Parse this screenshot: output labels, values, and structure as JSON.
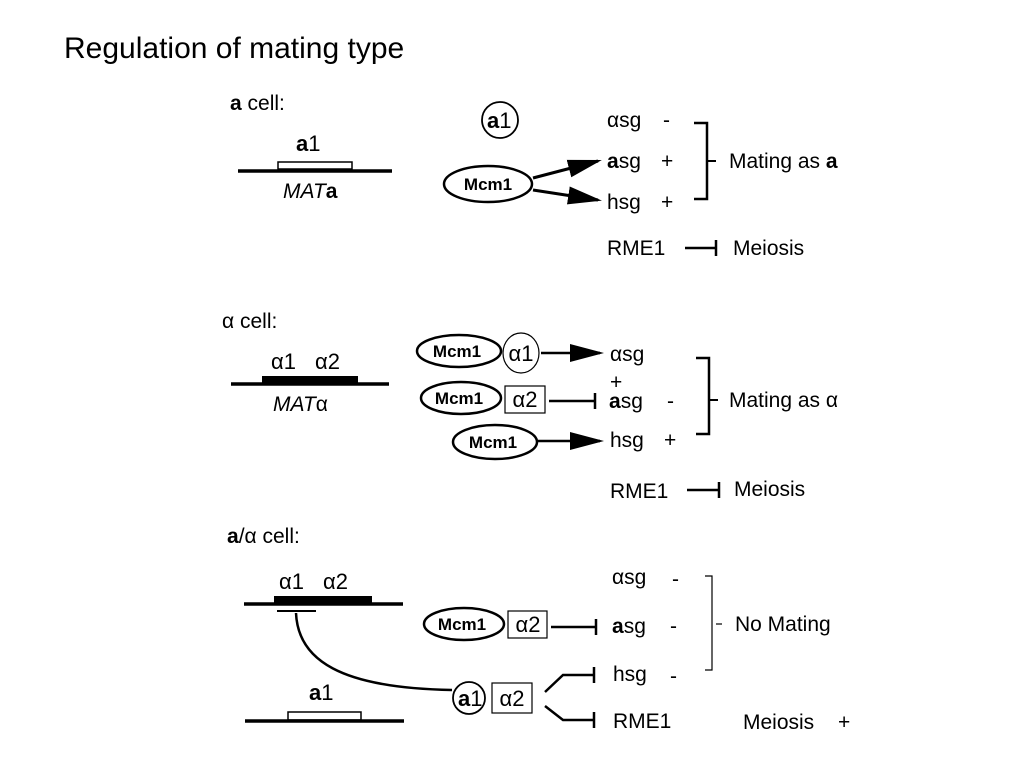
{
  "title": "Regulation of mating type",
  "a_cell": {
    "label_bold": "a",
    "label_rest": " cell:",
    "gene_bold": "a",
    "gene_num": "1",
    "locus_italic": "MAT",
    "locus_bold": "a",
    "floating_protein_bold": "a",
    "floating_protein_num": "1",
    "activator": "Mcm1",
    "genes": [
      {
        "pre": "",
        "sym": "α",
        "name": "sg",
        "sign": "-"
      },
      {
        "pre": "a",
        "sym": "",
        "name": "sg",
        "sign": "+"
      },
      {
        "pre": "",
        "sym": "",
        "name": "hsg",
        "sign": "+"
      }
    ],
    "outcome_text": "Mating as ",
    "outcome_bold": "a",
    "rme": "RME1",
    "meiosis": "Meiosis"
  },
  "alpha_cell": {
    "label_sym": "α",
    "label_rest": " cell:",
    "gene1": "α1",
    "gene2": "α2",
    "locus_italic": "MAT",
    "locus_sym": "α",
    "mcm1": "Mcm1",
    "protein_alpha1": "α1",
    "protein_alpha2": "α2",
    "gene_alpha_sym": "α",
    "gene_alpha_name": "sg",
    "gene_alpha_sign": "+",
    "gene_a_pre": "a",
    "gene_a_name": "sg",
    "gene_a_sign": "-",
    "gene_h": "hsg",
    "gene_h_sign": "+",
    "outcome_text": "Mating as ",
    "outcome_sym": "α",
    "rme": "RME1",
    "meiosis": "Meiosis"
  },
  "a_alpha_cell": {
    "label_bold": "a",
    "label_slash": "/",
    "label_sym": "α",
    "label_rest": " cell:",
    "gene1": "α1",
    "gene2": "α2",
    "gene_a_bold": "a",
    "gene_a_num": "1",
    "mcm1": "Mcm1",
    "protein_alpha2": "α2",
    "complex_a_bold": "a",
    "complex_a_num": "1",
    "complex_alpha2": "α2",
    "gene_alpha_sym": "α",
    "gene_alpha_name": "sg",
    "gene_alpha_sign": "-",
    "gene_a_pre": "a",
    "gene_a_name": "sg",
    "gene_a_sign": "-",
    "gene_h": "hsg",
    "gene_h_sign": "-",
    "outcome": "No Mating",
    "rme": "RME1",
    "meiosis": "Meiosis",
    "meiosis_sign": "+"
  }
}
